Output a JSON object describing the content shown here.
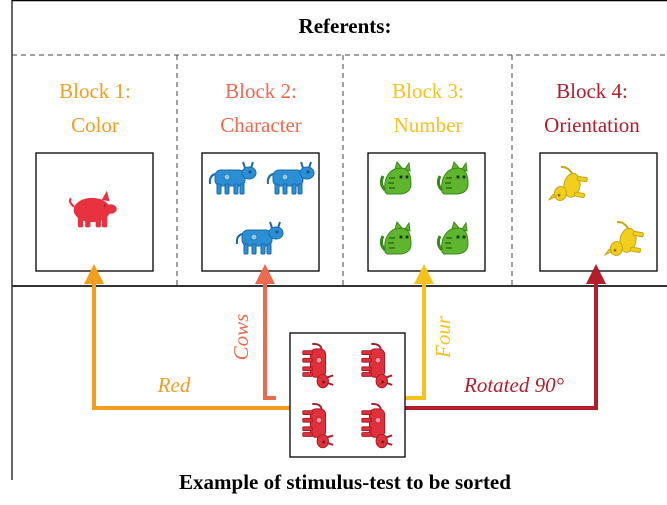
{
  "header": {
    "title": "Referents:"
  },
  "blocks": [
    {
      "line1": "Block 1:",
      "line2": "Color",
      "color": "#f29e1f",
      "icon": "pig-icon",
      "icon_color": "#e8323f"
    },
    {
      "line1": "Block 2:",
      "line2": "Character",
      "color": "#ec6a4e",
      "icon": "cow-icon",
      "icon_color": "#2b8fd6"
    },
    {
      "line1": "Block 3:",
      "line2": "Number",
      "color": "#f6c21d",
      "icon": "cat-icon",
      "icon_color": "#5fb52d"
    },
    {
      "line1": "Block 4:",
      "line2": "Orientation",
      "color": "#b41e2c",
      "icon": "dog-icon",
      "icon_color": "#f0cf1f"
    }
  ],
  "arrows": {
    "red": "Red",
    "cows": "Cows",
    "four": "Four",
    "rotated": "Rotated 90°"
  },
  "stimulus": {
    "icon": "cow-icon",
    "icon_color": "#e0303c"
  },
  "caption": "Example of stimulus-test to be sorted"
}
